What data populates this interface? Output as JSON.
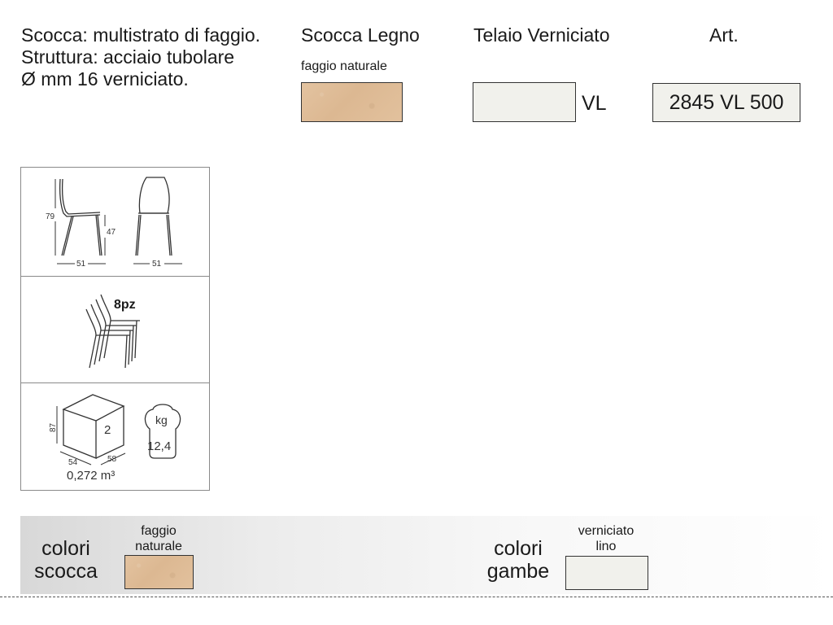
{
  "description": {
    "line1": "Scocca: multistrato di faggio.",
    "line2": "Struttura: acciaio tubolare",
    "line3": "Ø mm 16 verniciato."
  },
  "columns": {
    "scocca": {
      "title": "Scocca Legno",
      "swatch_label": "faggio naturale"
    },
    "telaio": {
      "title": "Telaio Verniciato",
      "code": "VL"
    },
    "art": {
      "title": "Art.",
      "value": "2845 VL 500"
    }
  },
  "dimensions": {
    "height": "79",
    "seat": "47",
    "width_side": "51",
    "width_front": "51"
  },
  "stack": {
    "label": "8pz"
  },
  "packaging": {
    "height": "87",
    "depth": "54",
    "width": "58",
    "qty": "2",
    "volume": "0,272 m³",
    "weight_unit": "kg",
    "weight": "12,4"
  },
  "footer": {
    "scocca_title_1": "colori",
    "scocca_title_2": "scocca",
    "scocca_swatch_1": "faggio",
    "scocca_swatch_2": "naturale",
    "gambe_title_1": "colori",
    "gambe_title_2": "gambe",
    "gambe_swatch_1": "verniciato",
    "gambe_swatch_2": "lino"
  },
  "colors": {
    "wood": "#dfbd98",
    "linen": "#f1f1ec",
    "border": "#333333"
  }
}
